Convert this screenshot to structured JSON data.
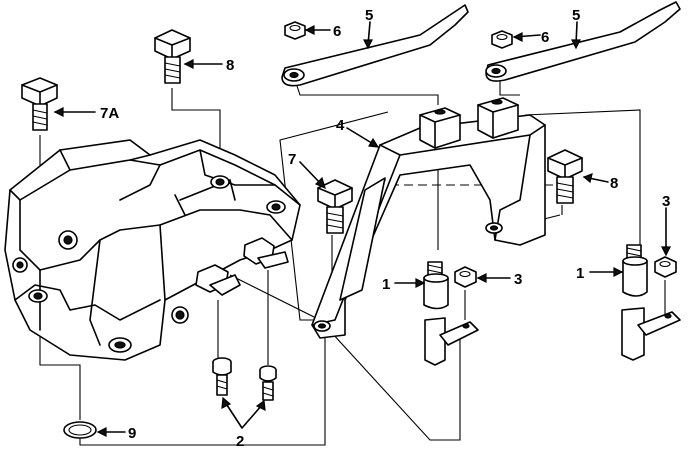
{
  "callouts": {
    "left_bolt": "7A",
    "left_top_bolt": "8",
    "nut_left": "6",
    "arm_left": "5",
    "nut_right": "6",
    "arm_right": "5",
    "bracket": "4",
    "center_bolt": "7",
    "right_bolt": "8",
    "right_nut_top": "3",
    "stud_left": "1",
    "nut_mid": "3",
    "stud_right": "1",
    "screws": "2",
    "washer": "9"
  }
}
